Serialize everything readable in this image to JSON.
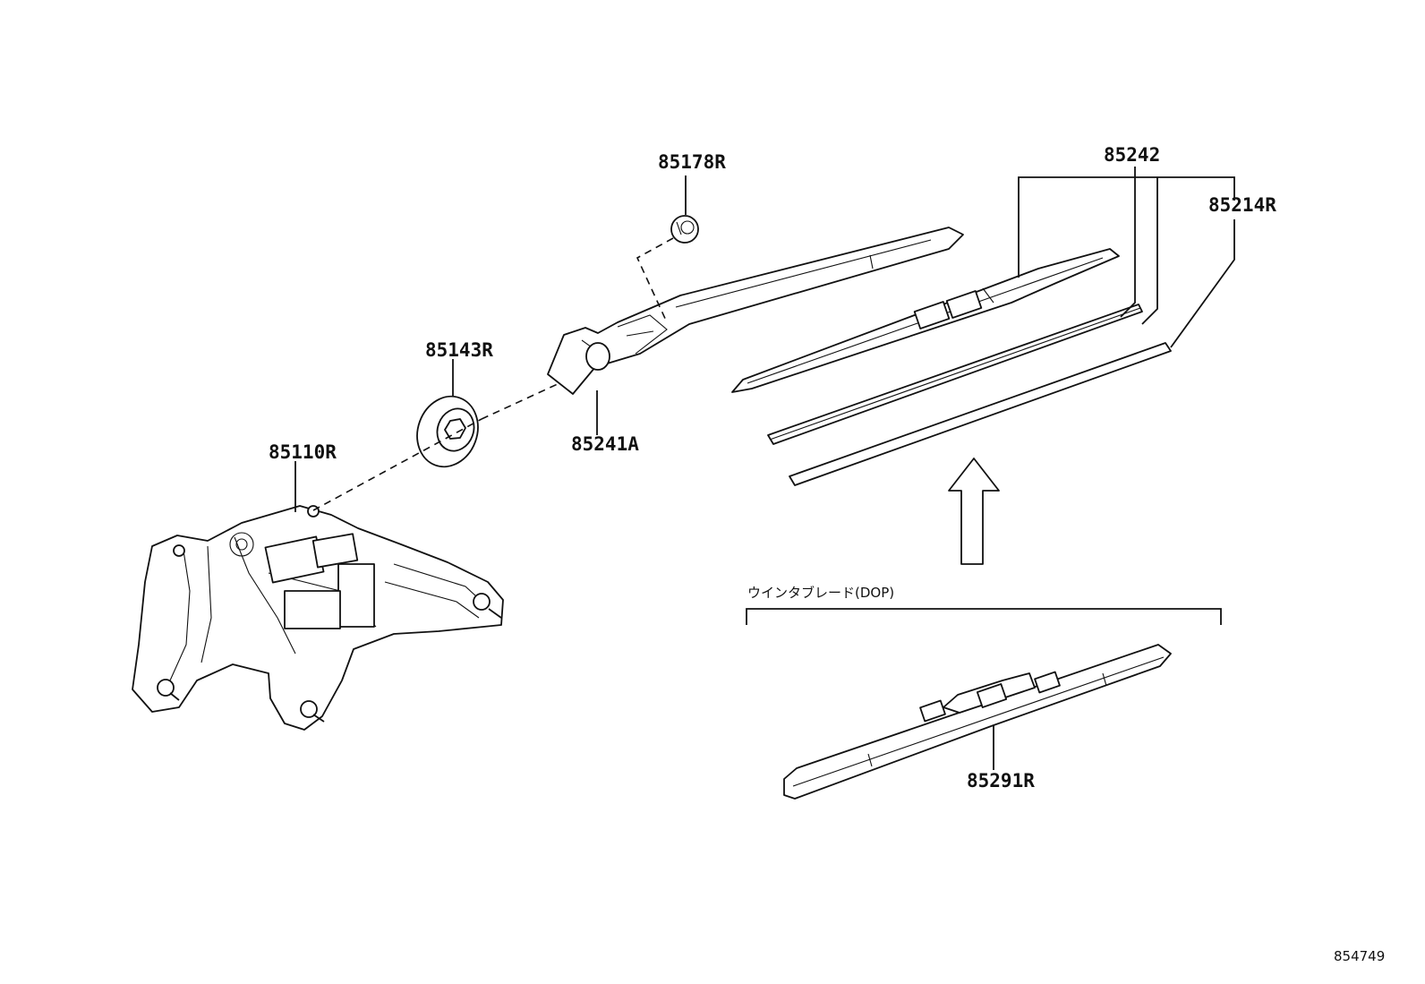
{
  "parts": {
    "motor": "85110R",
    "cap": "85143R",
    "nut": "85178R",
    "arm": "85241A",
    "blade_assy": "85242",
    "rubber_refill": "85214R",
    "winter_blade": "85291R"
  },
  "winter_blade_note": "ウインタブレード(DOP)",
  "diagram_ref": "854749"
}
